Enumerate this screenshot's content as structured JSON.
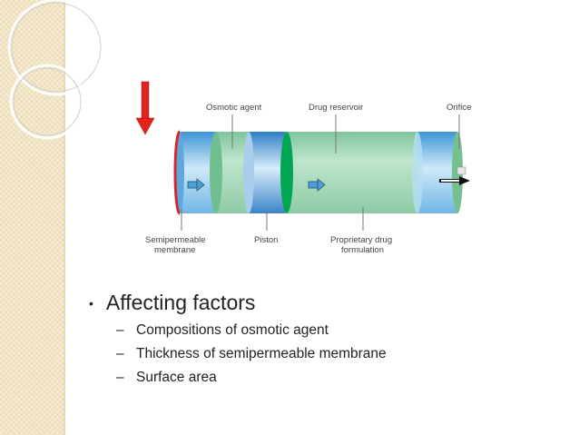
{
  "diagram": {
    "labels": {
      "osmotic_agent": "Osmotic agent",
      "drug_reservoir": "Drug reservoir",
      "orifice": "Orifice",
      "semipermeable_line1": "Semipermeable",
      "semipermeable_line2": "membrane",
      "piston": "Piston",
      "proprietary_line1": "Proprietary drug",
      "proprietary_line2": "formulation"
    }
  },
  "bullets": {
    "heading": "Affecting factors",
    "bullet_symbol": "•",
    "dash": "–",
    "items": [
      "Compositions of osmotic agent",
      "Thickness of semipermeable membrane",
      "Surface area"
    ]
  },
  "colors": {
    "cylinder_green": "#9ed3b3",
    "cylinder_blue": "#5aa9e0",
    "membrane_red": "#d9262a",
    "arrow_red": "#e4231f"
  }
}
